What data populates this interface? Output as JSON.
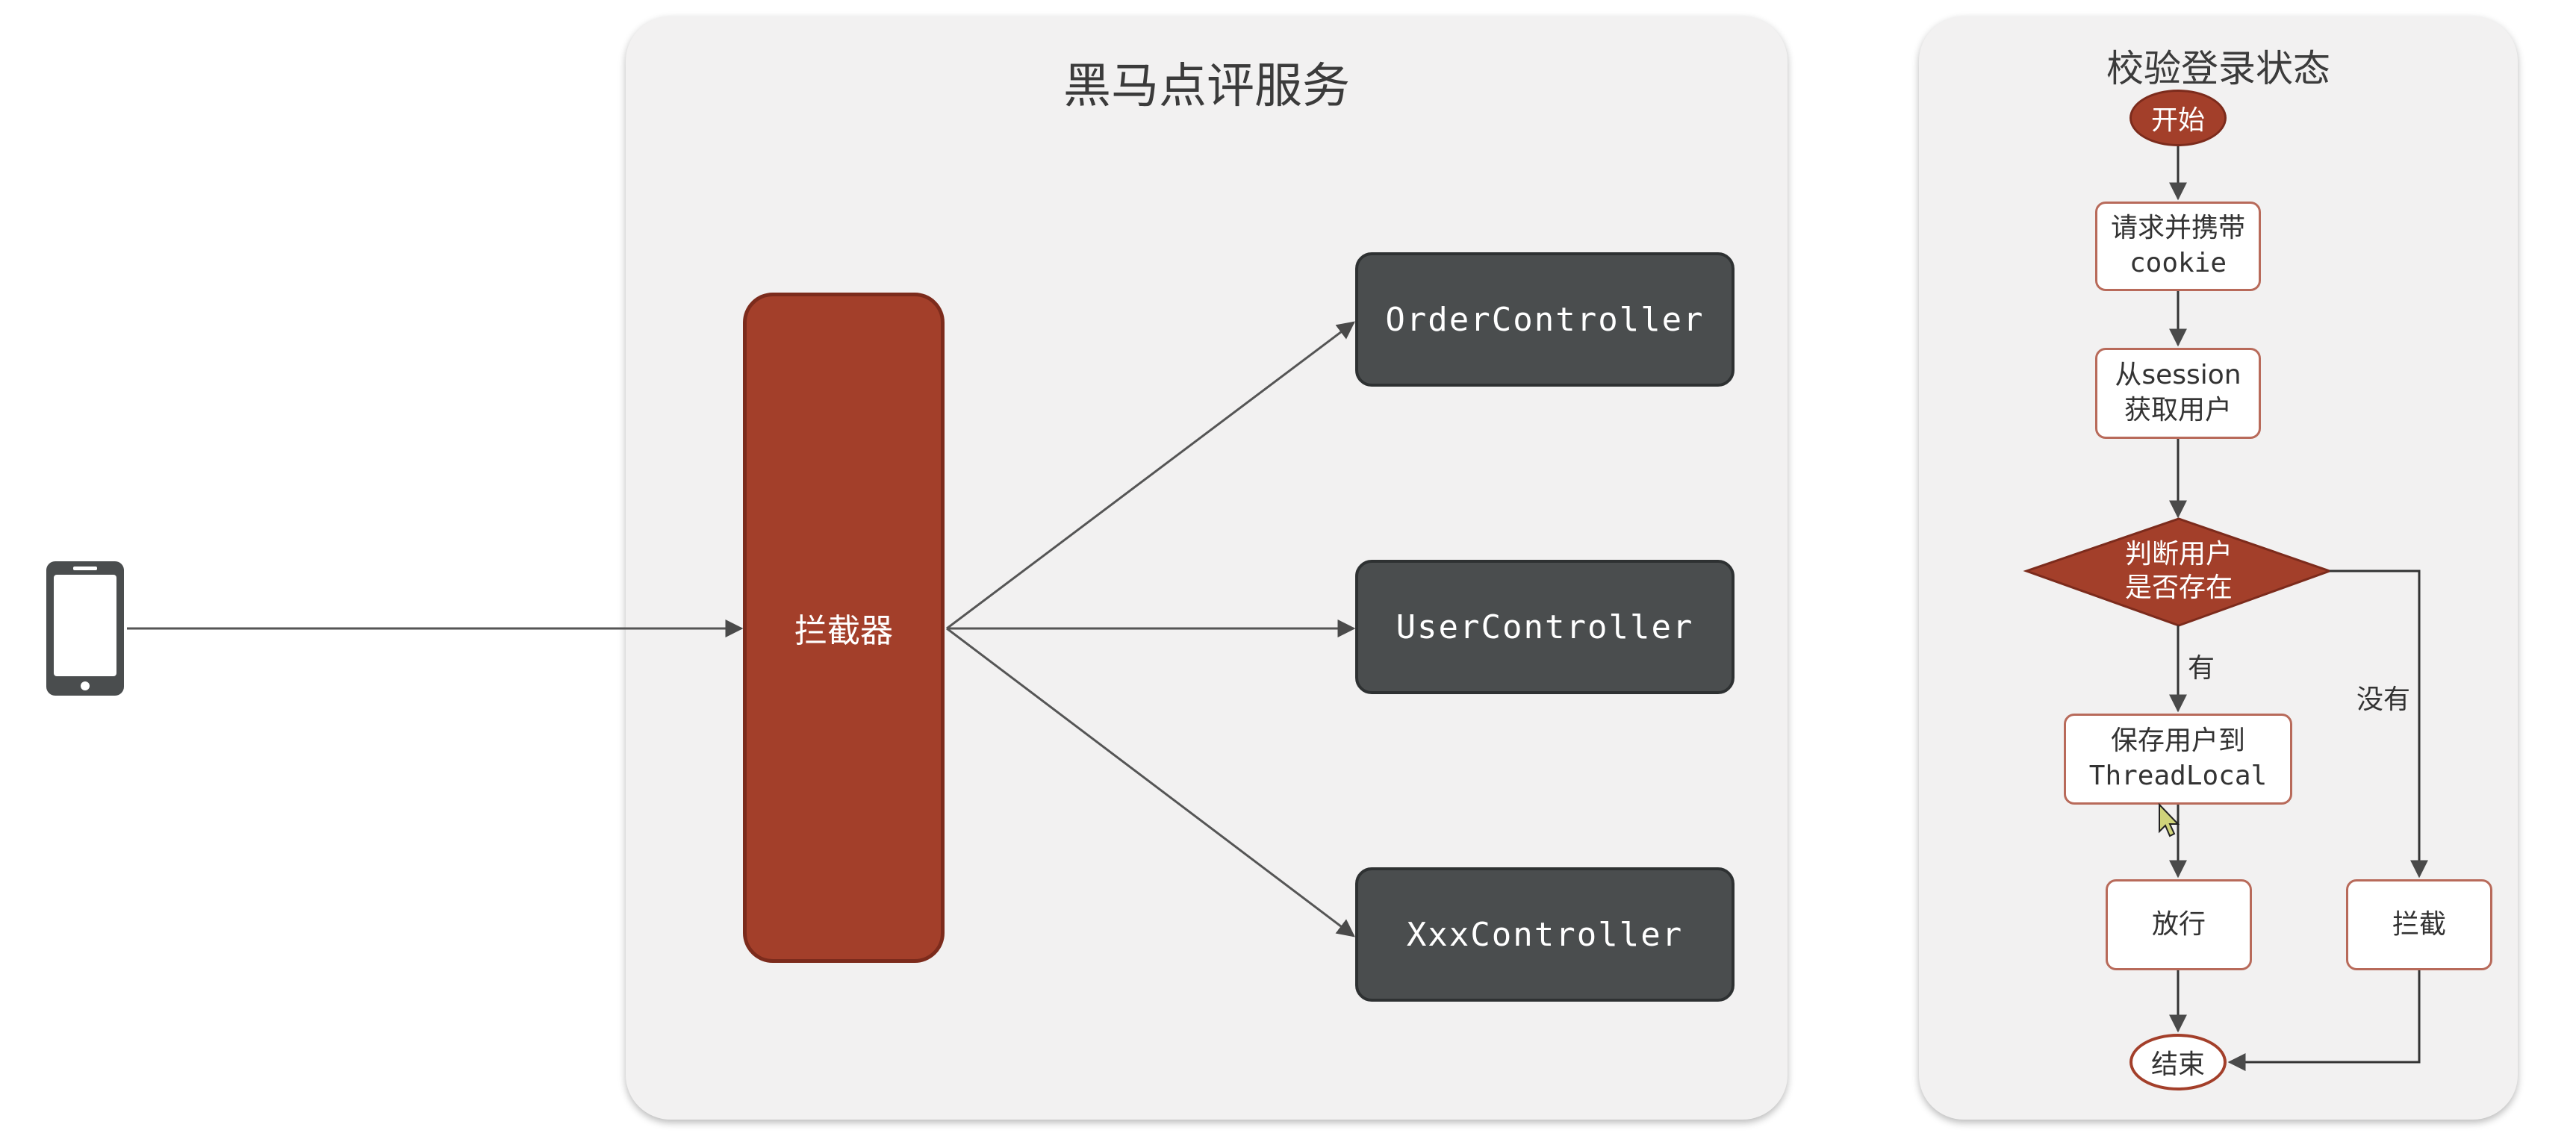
{
  "service": {
    "title": "黑马点评服务",
    "interceptor_label": "拦截器",
    "controllers": [
      "OrderController",
      "UserController",
      "XxxController"
    ]
  },
  "client": {
    "icon": "smartphone-icon"
  },
  "flowchart": {
    "title": "校验登录状态",
    "start": "开始",
    "request": [
      "请求并携带",
      "cookie"
    ],
    "session": [
      "从session",
      "获取用户"
    ],
    "decision": [
      "判断用户",
      "是否存在"
    ],
    "yes_label": "有",
    "no_label": "没有",
    "save": [
      "保存用户到",
      "ThreadLocal"
    ],
    "pass": "放行",
    "block": "拦截",
    "end": "结束"
  },
  "colors": {
    "accent_red": "#a33f2a",
    "controller_dark": "#4a4d4e",
    "panel_bg": "#f2f1f1"
  }
}
